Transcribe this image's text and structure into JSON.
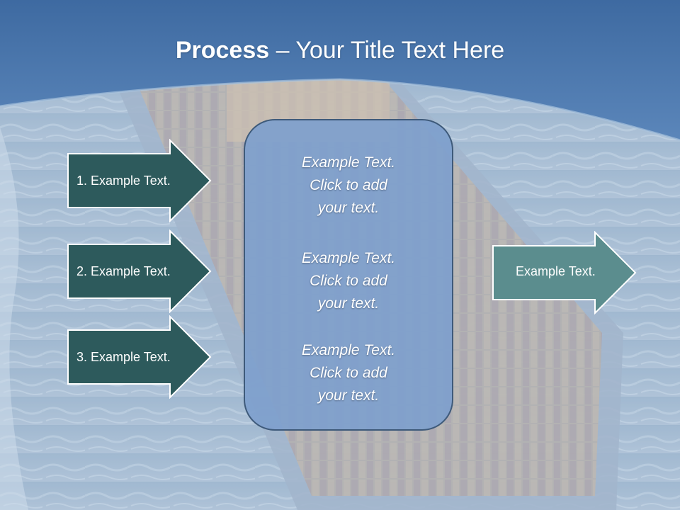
{
  "title": {
    "bold": "Process",
    "dash": " – ",
    "rest": "Your Title Text Here"
  },
  "left_arrows": [
    {
      "label": "1. Example Text."
    },
    {
      "label": "2. Example Text."
    },
    {
      "label": "3. Example Text."
    }
  ],
  "center_box": {
    "paragraphs": [
      "Example Text.\nClick  to add\nyour text.",
      "Example Text.\nClick  to add\nyour text.",
      "Example Text.\nClick  to add\nyour text."
    ]
  },
  "right_arrow": {
    "label": "Example Text."
  },
  "colors": {
    "top_band": "#4a77ad",
    "left_arrow_fill": "#2d5a5c",
    "right_arrow_fill": "#5b8d8e",
    "arrow_border": "#ffffff",
    "center_box_fill": "#7ea0cd",
    "center_box_border": "#3e5a7a"
  }
}
